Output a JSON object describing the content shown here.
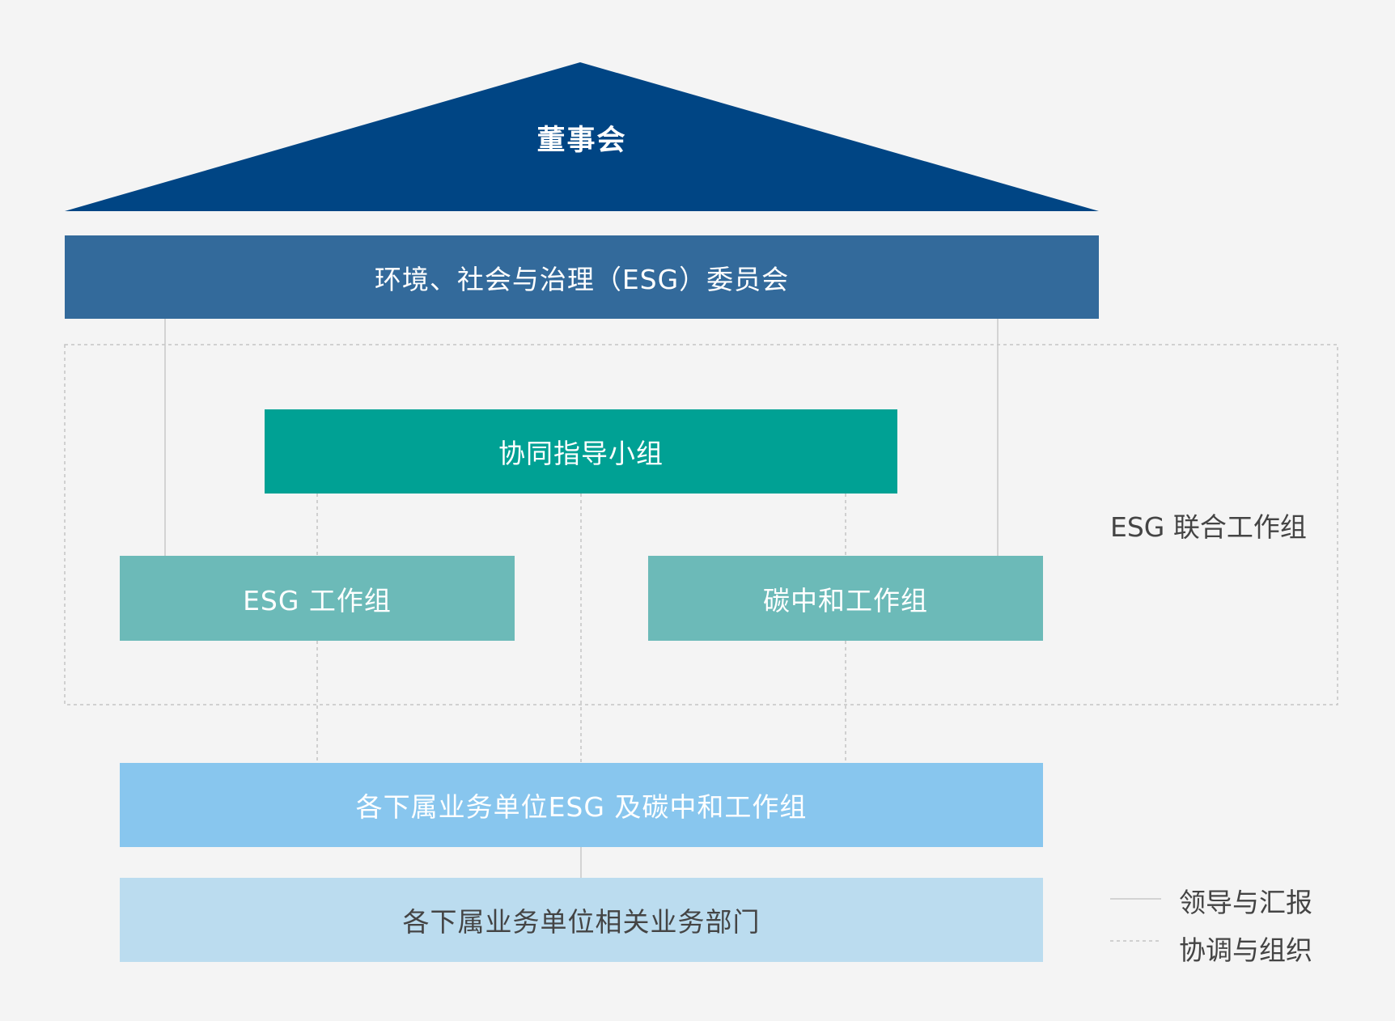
{
  "diagram": {
    "board": {
      "label": "董事会",
      "color": "#004584"
    },
    "esg_committee": {
      "label": "环境、社会与治理（ESG）委员会",
      "color": "#336a9b"
    },
    "steering_group": {
      "label": "协同指导小组",
      "color": "#00a194"
    },
    "esg_working_group": {
      "label": "ESG 工作组",
      "color": "#6cbab8"
    },
    "carbon_working_group": {
      "label": "碳中和工作组",
      "color": "#6cbab8"
    },
    "joint_working_group_label": "ESG 联合工作组",
    "unit_working_groups": {
      "label": "各下属业务单位ESG 及碳中和工作组",
      "color": "#88c6ee"
    },
    "unit_departments": {
      "label": "各下属业务单位相关业务部门",
      "color": "#bbdcef"
    }
  },
  "legend": {
    "solid_label": "领导与汇报",
    "dashed_label": "协调与组织"
  }
}
